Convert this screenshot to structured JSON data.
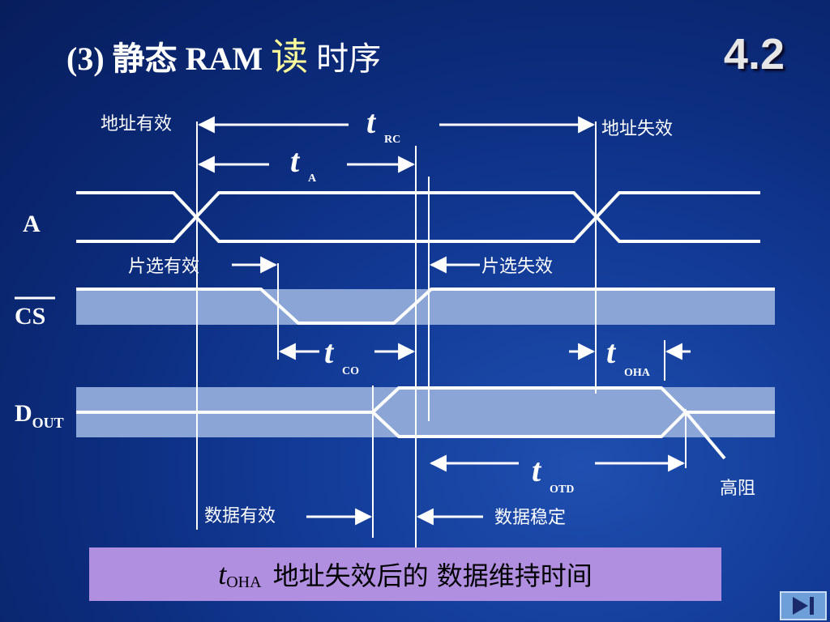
{
  "slide": {
    "title_prefix": "(3) 静态 RAM",
    "title_highlight": "读",
    "title_suffix": "时序",
    "number": "4.2"
  },
  "signals": {
    "address": "A",
    "chip_select": "CS",
    "data_out_main": "D",
    "data_out_sub": "OUT"
  },
  "labels": {
    "address_valid": "地址有效",
    "address_invalid": "地址失效",
    "cs_valid": "片选有效",
    "cs_invalid": "片选失效",
    "data_valid": "数据有效",
    "data_stable": "数据稳定",
    "high_impedance": "高阻"
  },
  "timing": {
    "t_symbol": "t",
    "rc": "RC",
    "a": "A",
    "co": "CO",
    "oha": "OHA",
    "otd": "OTD"
  },
  "note": {
    "symbol": "t",
    "subscript": "OHA",
    "text": "地址失效后的 数据维持时间"
  },
  "colors": {
    "band_fill": "#8ba6d6",
    "note_fill": "#b08ee0",
    "line": "#ffffff"
  }
}
